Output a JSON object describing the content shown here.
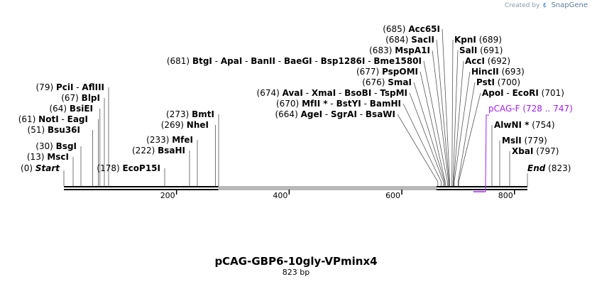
{
  "credit": {
    "prefix": "Created by",
    "brand": "SnapGene"
  },
  "plasmid": {
    "name": "pCAG-GBP6-10gly-VPminx4",
    "size_label": "823 bp",
    "length": 823
  },
  "colors": {
    "feature": "#a020f0",
    "backbone": "#000000"
  },
  "ruler": {
    "ticks": [
      "200",
      "400",
      "600",
      "800"
    ]
  },
  "ends": {
    "start": {
      "pos": "(0)",
      "name": "Start"
    },
    "end": {
      "name": "End",
      "pos": "(823)"
    }
  },
  "sites_left": [
    {
      "pos": "(13)",
      "names": [
        "MscI"
      ]
    },
    {
      "pos": "(30)",
      "names": [
        "BsgI"
      ]
    },
    {
      "pos": "(51)",
      "names": [
        "Bsu36I"
      ]
    },
    {
      "pos": "(61)",
      "names": [
        "NotI",
        "EagI"
      ]
    },
    {
      "pos": "(64)",
      "names": [
        "BsiEI"
      ]
    },
    {
      "pos": "(67)",
      "names": [
        "BlpI"
      ]
    },
    {
      "pos": "(79)",
      "names": [
        "PciI",
        "AflIII"
      ]
    },
    {
      "pos": "(178)",
      "names": [
        "EcoP15I"
      ]
    },
    {
      "pos": "(222)",
      "names": [
        "BsaHI"
      ]
    },
    {
      "pos": "(233)",
      "names": [
        "MfeI"
      ]
    },
    {
      "pos": "(269)",
      "names": [
        "NheI"
      ]
    },
    {
      "pos": "(273)",
      "names": [
        "BmtI"
      ]
    }
  ],
  "sites_top": [
    {
      "pos": "(681)",
      "names": [
        "BtgI",
        "ApaI",
        "BanII",
        "BaeGI",
        "Bsp1286I",
        "Bme1580I"
      ]
    },
    {
      "pos": "(683)",
      "names": [
        "MspA1I"
      ]
    },
    {
      "pos": "(684)",
      "names": [
        "SacII"
      ]
    },
    {
      "pos": "(685)",
      "names": [
        "Acc65I"
      ]
    },
    {
      "pos": "(677)",
      "names": [
        "PspOMI"
      ]
    },
    {
      "pos": "(676)",
      "names": [
        "SmaI"
      ]
    },
    {
      "pos": "(674)",
      "names": [
        "AvaI",
        "XmaI",
        "BsoBI",
        "TspMI"
      ]
    },
    {
      "pos": "(670)",
      "names": [
        "MfII *",
        "BstYI",
        "BamHI"
      ]
    },
    {
      "pos": "(664)",
      "names": [
        "AgeI",
        "SgrAI",
        "BsaWI"
      ]
    }
  ],
  "sites_right": [
    {
      "names": [
        "KpnI"
      ],
      "pos": "(689)"
    },
    {
      "names": [
        "SalI"
      ],
      "pos": "(691)"
    },
    {
      "names": [
        "AccI"
      ],
      "pos": "(692)"
    },
    {
      "names": [
        "HincII"
      ],
      "pos": "(693)"
    },
    {
      "names": [
        "PstI"
      ],
      "pos": "(700)"
    },
    {
      "names": [
        "ApoI",
        "EcoRI"
      ],
      "pos": "(701)"
    },
    {
      "names": [
        "AlwNI *"
      ],
      "pos": "(754)"
    },
    {
      "names": [
        "MslI"
      ],
      "pos": "(779)"
    },
    {
      "names": [
        "XbaI"
      ],
      "pos": "(797)"
    }
  ],
  "feature": {
    "name": "pCAG-F",
    "range": "(728 .. 747)"
  }
}
